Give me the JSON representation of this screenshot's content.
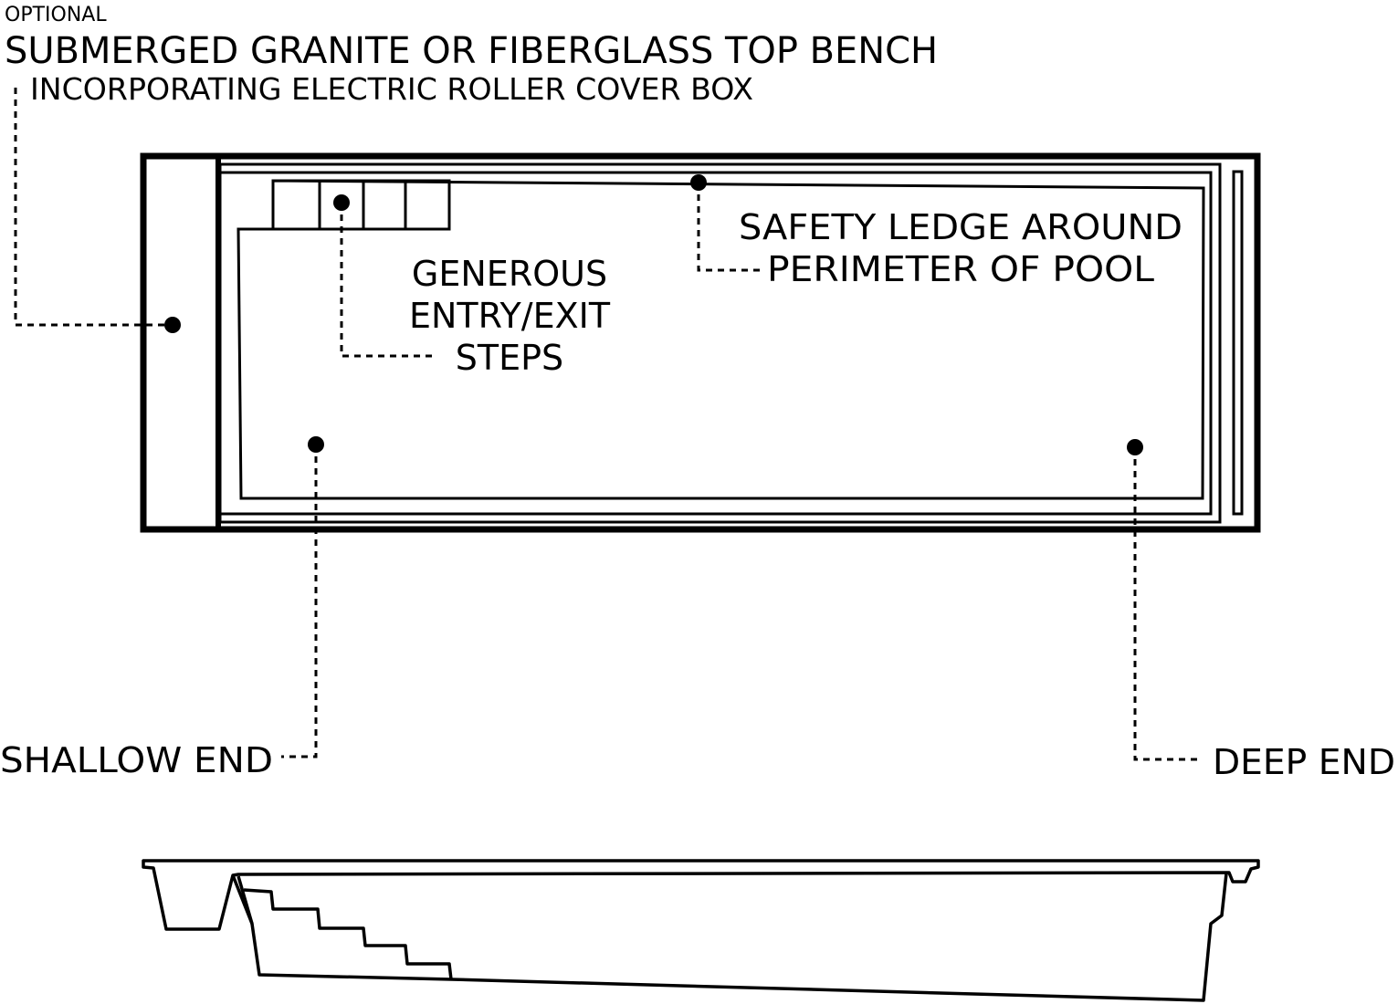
{
  "labels": {
    "optional": "OPTIONAL",
    "bench_title": "SUBMERGED GRANITE OR FIBERGLASS TOP BENCH",
    "bench_subtitle": "INCORPORATING ELECTRIC ROLLER COVER BOX",
    "steps_line1": "GENEROUS",
    "steps_line2": "ENTRY/EXIT",
    "steps_line3": "STEPS",
    "ledge_line1": "SAFETY LEDGE AROUND",
    "ledge_line2": "PERIMETER OF POOL",
    "shallow_end": "SHALLOW END",
    "deep_end": "DEEP END"
  },
  "colors": {
    "ink": "#000000",
    "paper": "#ffffff"
  }
}
